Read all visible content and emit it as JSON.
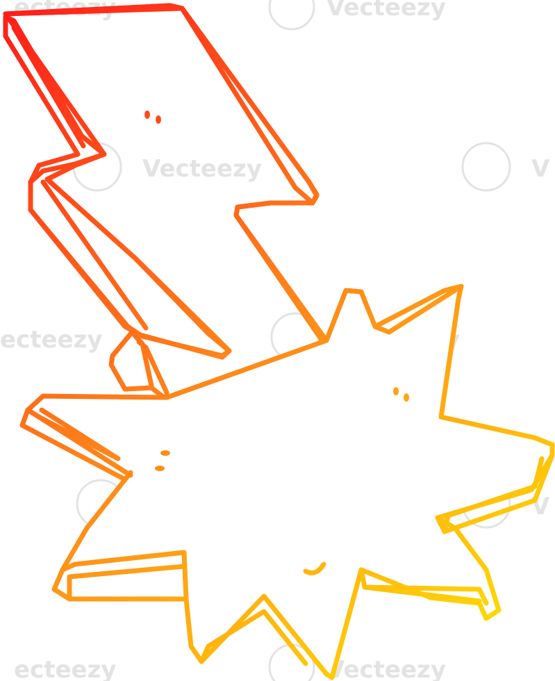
{
  "illustration": {
    "subject": "cartoon lightning bolt striking into a burst",
    "style": "outline drawing with warm linear gradient",
    "colors": {
      "gradient_start": "#ff1a1a",
      "gradient_mid": "#ff8a1a",
      "gradient_end": "#ffea00",
      "background": "#ffffff",
      "watermark": "#e3e3e3"
    }
  },
  "watermark": {
    "text": "Vecteezy",
    "partial_left": "ecteezy",
    "partial_right": "V"
  }
}
